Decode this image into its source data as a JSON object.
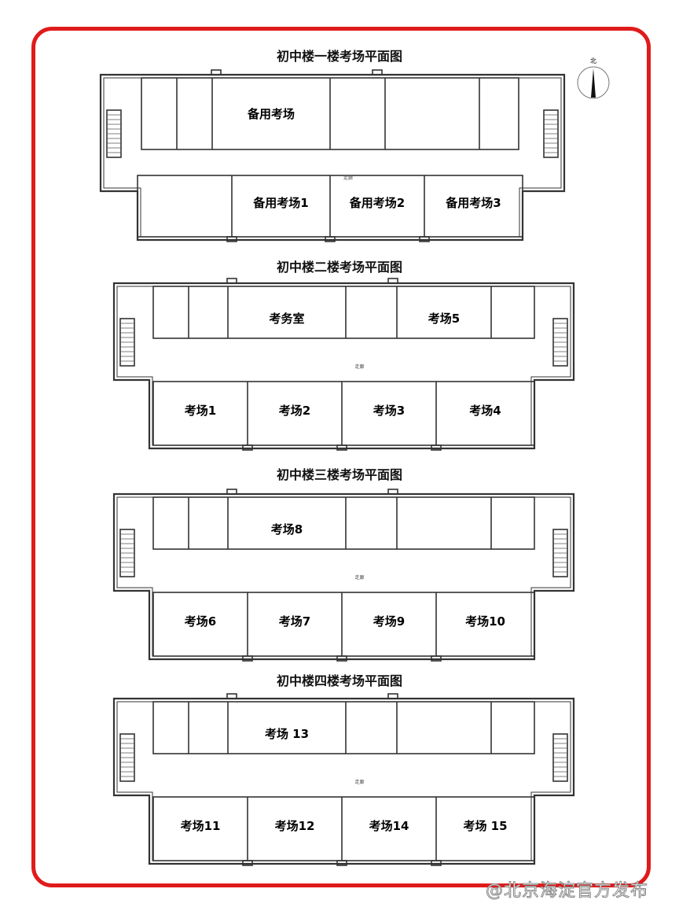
{
  "north_label": "北",
  "corridor_label": "走廊",
  "watermark": "@北京海淀官方发布",
  "colors": {
    "frame": "#e01b1b",
    "walls": "#333333"
  },
  "floors": [
    {
      "title": "初中楼一楼考场平面图",
      "top_rooms": [
        "",
        "",
        "备用考场",
        "",
        "",
        ""
      ],
      "bottom_rooms": [
        "",
        "备用考场1",
        "备用考场2",
        "备用考场3"
      ]
    },
    {
      "title": "初中楼二楼考场平面图",
      "top_rooms": [
        "",
        "",
        "考务室",
        "",
        "考场5",
        ""
      ],
      "bottom_rooms": [
        "考场1",
        "考场2",
        "考场3",
        "考场4"
      ]
    },
    {
      "title": "初中楼三楼考场平面图",
      "top_rooms": [
        "",
        "",
        "考场8",
        "",
        "",
        ""
      ],
      "bottom_rooms": [
        "考场6",
        "考场7",
        "考场9",
        "考场10"
      ]
    },
    {
      "title": "初中楼四楼考场平面图",
      "top_rooms": [
        "",
        "",
        "考场 13",
        "",
        "",
        ""
      ],
      "bottom_rooms": [
        "考场11",
        "考场12",
        "考场14",
        "考场 15"
      ]
    }
  ]
}
